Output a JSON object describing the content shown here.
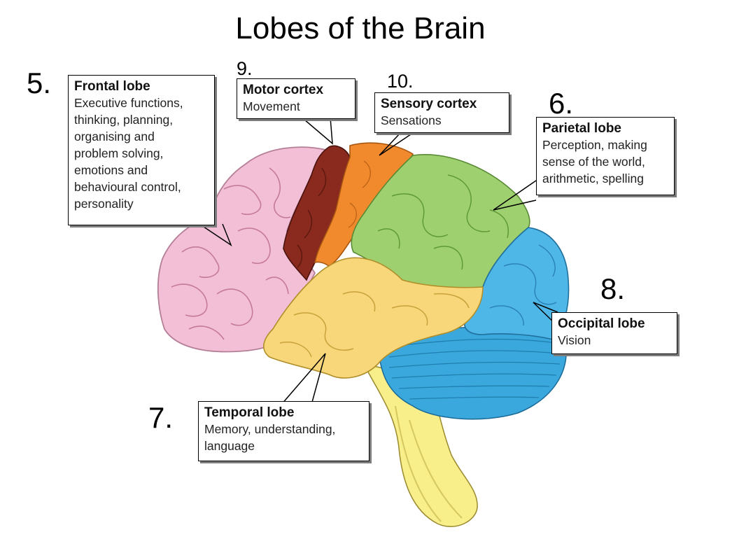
{
  "title": "Lobes of the Brain",
  "numbers": {
    "n5": "5.",
    "n6": "6.",
    "n7": "7.",
    "n8": "8.",
    "n9": "9.",
    "n10": "10."
  },
  "labels": {
    "frontal": {
      "name": "Frontal lobe",
      "desc": "Executive functions,\nthinking, planning,\norganising and\nproblem solving,\nemotions and\nbehavioural control,\npersonality"
    },
    "motor": {
      "name": "Motor cortex",
      "desc": "Movement"
    },
    "sensory": {
      "name": "Sensory cortex",
      "desc": "Sensations"
    },
    "parietal": {
      "name": "Parietal lobe",
      "desc": "Perception, making\nsense of the world,\narithmetic, spelling"
    },
    "occipital": {
      "name": "Occipital lobe",
      "desc": "Vision"
    },
    "temporal": {
      "name": "Temporal lobe",
      "desc": "Memory, understanding,\nlanguage"
    }
  },
  "colors": {
    "frontal": "#f2bfd6",
    "motor": "#8a2a1e",
    "sensory": "#f08a2c",
    "parietal": "#9fd06f",
    "occipital": "#4fb6e8",
    "temporal": "#f7d77a",
    "cerebellum": "#3aa8dc",
    "brainstem": "#f8ee8a"
  }
}
